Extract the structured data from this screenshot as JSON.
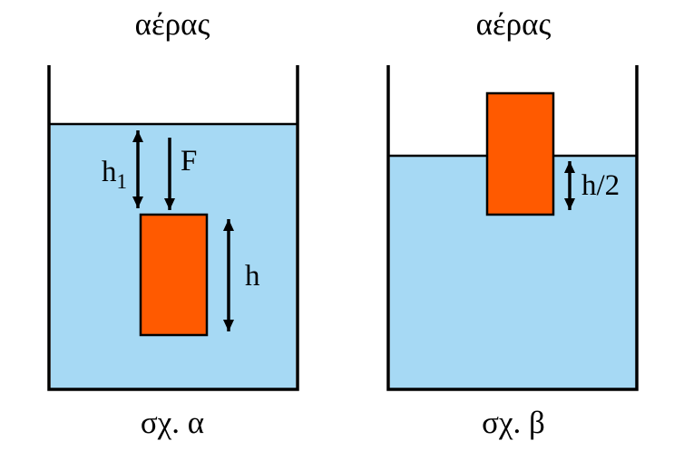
{
  "figure": {
    "colors": {
      "liquid": "#A6D9F4",
      "block": "#FF5A00",
      "outline": "#000000"
    },
    "left": {
      "air_label": "αέρας",
      "caption": "σχ. α",
      "depth_label_main": "h",
      "depth_label_sub": "1",
      "force_label": "F",
      "height_label": "h"
    },
    "right": {
      "air_label": "αέρας",
      "caption": "σχ. β",
      "immersion_label": "h/2"
    }
  }
}
